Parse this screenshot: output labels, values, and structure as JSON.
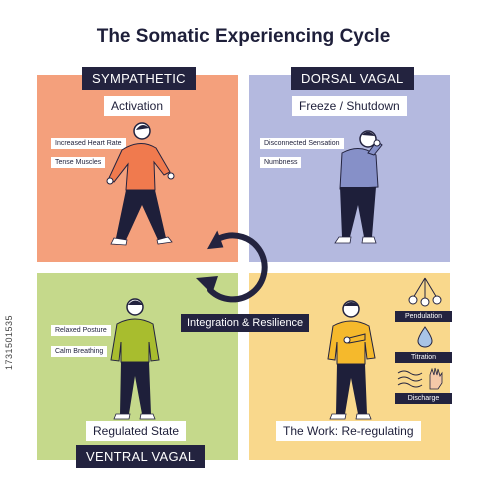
{
  "title": "The Somatic Experiencing Cycle",
  "quadrants": {
    "sympathetic": {
      "name": "SYMPATHETIC",
      "state": "Activation",
      "notes": [
        "Increased Heart Rate",
        "Tense Muscles"
      ],
      "color": "#f4a07c"
    },
    "dorsal": {
      "name": "DORSAL VAGAL",
      "state": "Freeze / Shutdown",
      "notes": [
        "Disconnected Sensation",
        "Numbness"
      ],
      "color": "#b4b9df"
    },
    "ventral": {
      "name": "VENTRAL VAGAL",
      "state": "Regulated State",
      "notes": [
        "Relaxed Posture",
        "Calm Breathing"
      ],
      "color": "#c5d98b"
    },
    "work": {
      "state": "The Work: Re-regulating",
      "tools": [
        "Pendulation",
        "Titration",
        "Discharge"
      ],
      "color": "#f9d88c"
    }
  },
  "center": {
    "label": "Integration & Resilience",
    "icon": "cycle-arrow-icon"
  },
  "watermark": "1731501535"
}
